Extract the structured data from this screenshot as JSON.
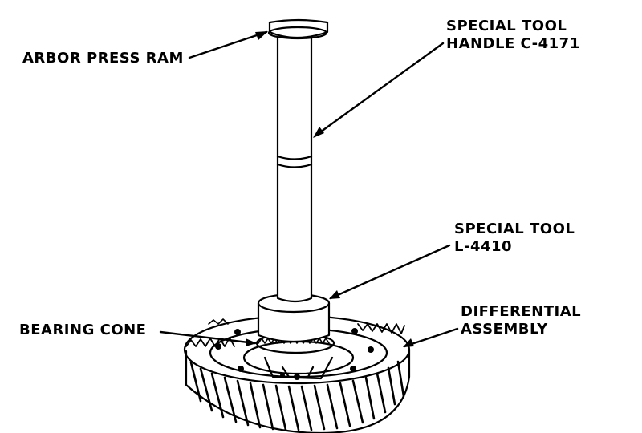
{
  "labels": {
    "arbor_press_ram": "ARBOR PRESS RAM",
    "handle_line1": "SPECIAL TOOL",
    "handle_line2": "HANDLE C-4171",
    "l4410_line1": "SPECIAL TOOL",
    "l4410_line2": "L-4410",
    "bearing_cone": "BEARING CONE",
    "diff_line1": "DIFFERENTIAL",
    "diff_line2": "ASSEMBLY"
  },
  "colors": {
    "ink": "#000000",
    "paper": "#ffffff"
  }
}
